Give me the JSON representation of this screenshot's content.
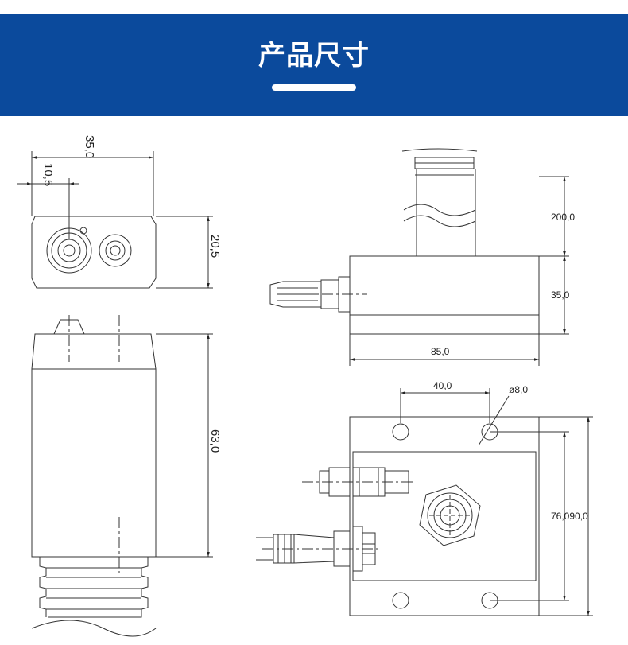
{
  "header": {
    "title": "产品尺寸",
    "color": "#0b4a9c"
  },
  "dimensions": {
    "left_view": {
      "width_total": "35,0",
      "offset": "10,5",
      "top_height": "20,5",
      "body_height": "63,0"
    },
    "right_view": {
      "cable_length": "200,0",
      "body_height": "35,0",
      "body_length": "85,0",
      "hole_spacing": "40,0",
      "hole_diameter": "ø8,0",
      "plate_heights": "76,090,0"
    }
  }
}
